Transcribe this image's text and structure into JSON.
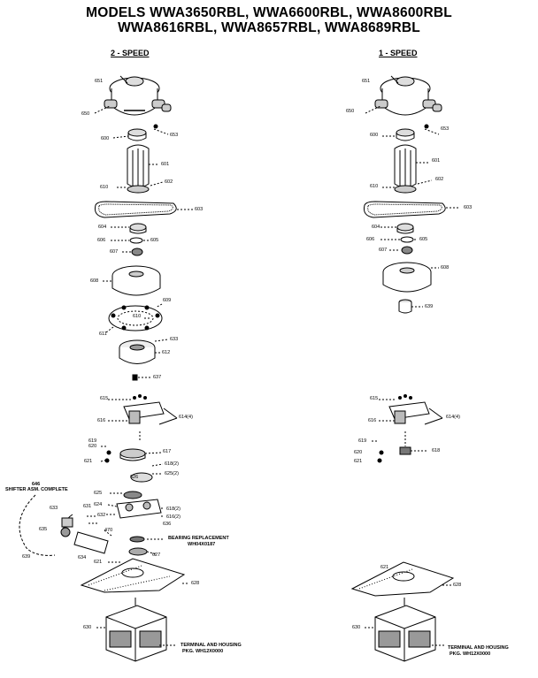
{
  "title_line1": "MODELS WWA3650RBL, WWA6600RBL, WWA8600RBL",
  "title_line2": "WWA8616RBL, WWA8657RBL, WWA8689RBL",
  "columns": {
    "left": "2 - SPEED",
    "right": "1 - SPEED"
  },
  "labels_left": {
    "651": "651",
    "650": "650",
    "653": "653",
    "600": "600",
    "601": "601",
    "602": "602",
    "610": "610",
    "603": "603",
    "604": "604",
    "606": "606",
    "605": "605",
    "607": "607",
    "608": "608",
    "609": "609",
    "610b": "610",
    "611": "611",
    "633": "633",
    "612": "612",
    "637": "637",
    "615": "615",
    "616": "616",
    "614h": "614(4)",
    "619": "619",
    "617": "617",
    "620": "620",
    "618_2": "618(2)",
    "621": "621",
    "625_2": "625(2)",
    "626": "626",
    "625": "625",
    "624": "624",
    "618_2b": "618(2)",
    "616_2": "616(2)",
    "632": "632",
    "633b": "633",
    "631": "631",
    "636": "636",
    "470": "470",
    "635": "635",
    "639": "639",
    "634": "634",
    "627": "627",
    "621b": "621",
    "628": "628",
    "630": "630"
  },
  "labels_right": {
    "651": "651",
    "650": "650",
    "653": "653",
    "600": "600",
    "601": "601",
    "602": "602",
    "610": "610",
    "603": "603",
    "604": "604",
    "606": "606",
    "605": "605",
    "607": "607",
    "608": "608",
    "639": "639",
    "615": "615",
    "616": "616",
    "614h": "614(4)",
    "619": "619",
    "620": "620",
    "618": "618",
    "621": "621",
    "621b": "621",
    "628": "628",
    "630": "630"
  },
  "notes": {
    "shifter_code": "646",
    "shifter": "SHIFTER ASM. COMPLETE",
    "bearing": "BEARING REPLACEMENT",
    "bearing_pkg": "WH04X0187",
    "terminal_left": "TERMINAL AND HOUSING",
    "terminal_left_pkg": "PKG. WH12X0000",
    "terminal_right": "TERMINAL AND HOUSING",
    "terminal_right_pkg": "PKG. WH12X0000"
  }
}
